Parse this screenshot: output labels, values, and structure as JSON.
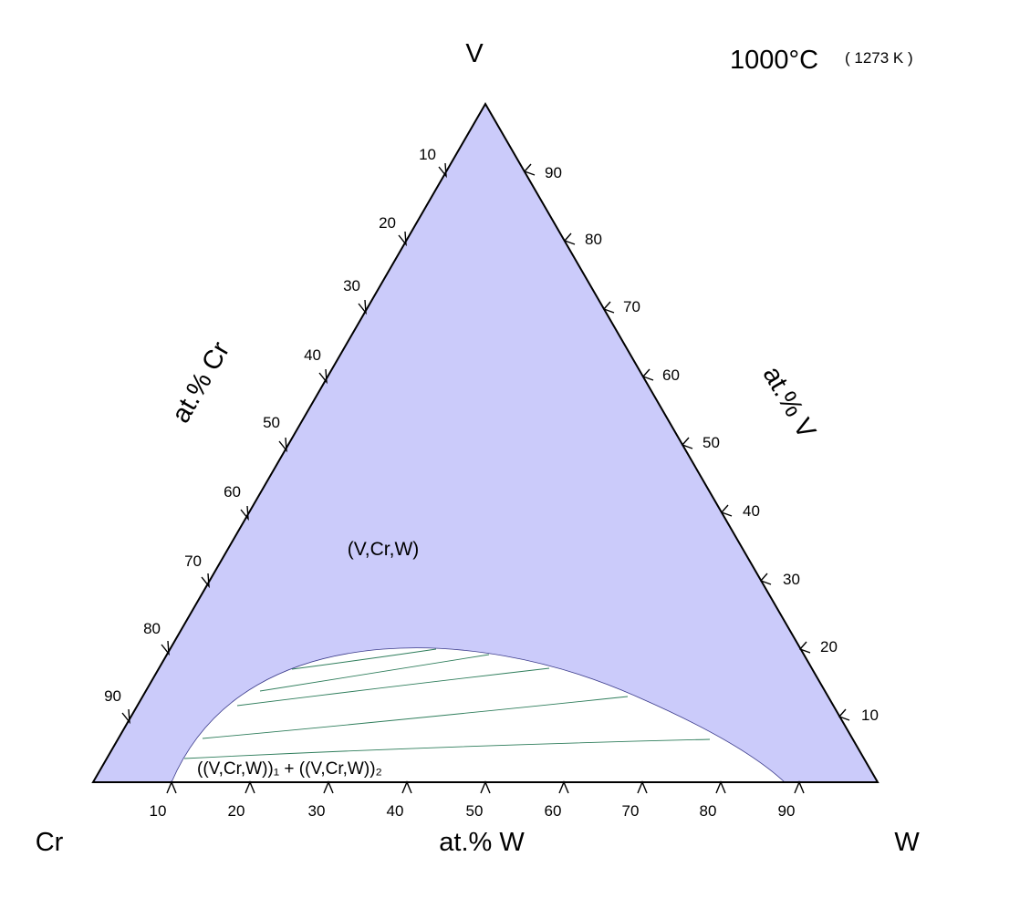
{
  "temperature": {
    "celsius": "1000°C",
    "kelvin": "( 1273 K )"
  },
  "components": {
    "top": "V",
    "left": "Cr",
    "right": "W"
  },
  "axis_titles": {
    "left_edge": "at.% Cr",
    "right_edge": "at.% V",
    "bottom_edge": "at.% W"
  },
  "ticks": {
    "left_edge": [
      "10",
      "20",
      "30",
      "40",
      "50",
      "60",
      "70",
      "80",
      "90"
    ],
    "right_edge": [
      "90",
      "80",
      "70",
      "60",
      "50",
      "40",
      "30",
      "20",
      "10"
    ],
    "bottom_edge": [
      "10",
      "20",
      "30",
      "40",
      "50",
      "60",
      "70",
      "80",
      "90"
    ]
  },
  "regions": {
    "single_phase": "(V,Cr,W)",
    "two_phase": "((V,Cr,W))₁ + ((V,Cr,W))₂"
  },
  "colors": {
    "single_phase_fill": "#CBCBFA",
    "tie_line": "#2E7D5B",
    "outline": "#000000"
  }
}
